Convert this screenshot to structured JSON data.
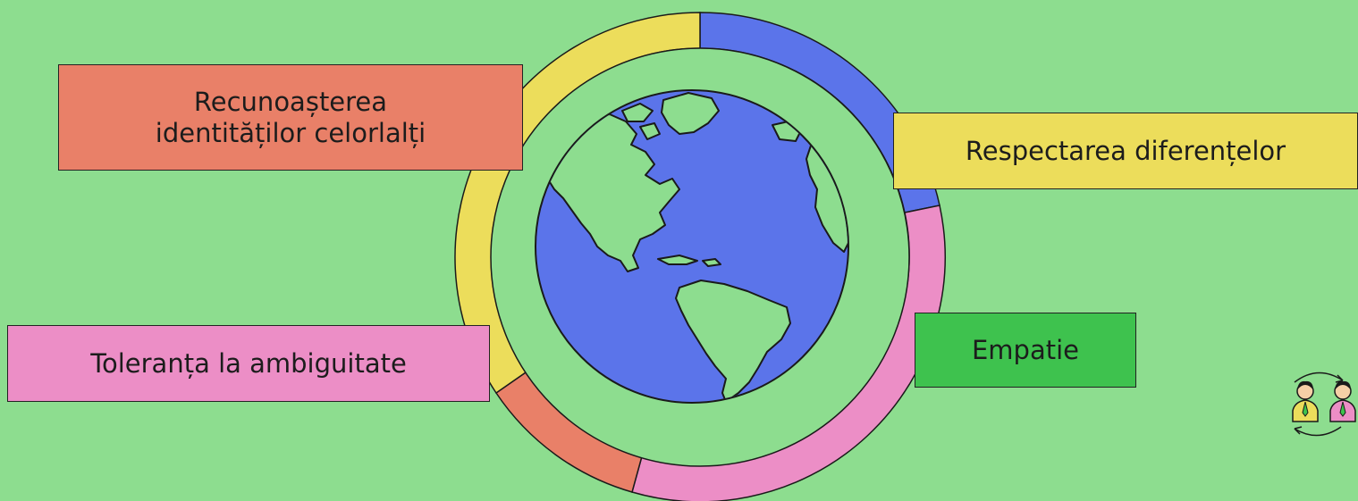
{
  "colors": {
    "background": "#8ddd8f",
    "inner_ring": "#8ddd8f",
    "ocean": "#5b74ea",
    "land": "#8ddd8f",
    "yellow": "#ecdd5b",
    "blue": "#5b74ea",
    "pink": "#ec8ec6",
    "salmon": "#e98068",
    "green": "#3ec24e"
  },
  "labels": {
    "recognition": [
      "Recunoașterea",
      "identităților celorlalți"
    ],
    "respect": "Respectarea diferențelor",
    "tolerance": "Toleranța la ambiguitate",
    "empathy": "Empatie"
  },
  "icons": {
    "globe": "globe-icon",
    "people": "people-exchange-icon"
  }
}
